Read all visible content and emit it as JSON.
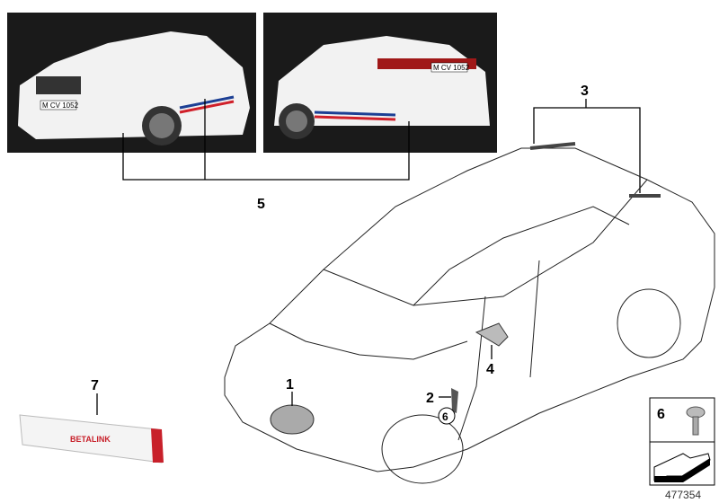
{
  "diagram_number": "477354",
  "callouts": {
    "c1": "1",
    "c2": "2",
    "c3": "3",
    "c4": "4",
    "c5": "5",
    "c6_circle": "6",
    "c7": "7"
  },
  "legend_box": {
    "part_number": "6"
  },
  "photos": {
    "front_plate": "M CV 1052",
    "rear_plate": "M CV 1052"
  },
  "product_box": {
    "brand": "BETALINK"
  },
  "colors": {
    "photo_bg": "#1a1a1a",
    "car_paint": "#f2f2f2",
    "stripe_blue": "#1c3f94",
    "stripe_red": "#d0202a",
    "box_red": "#c8202a"
  }
}
